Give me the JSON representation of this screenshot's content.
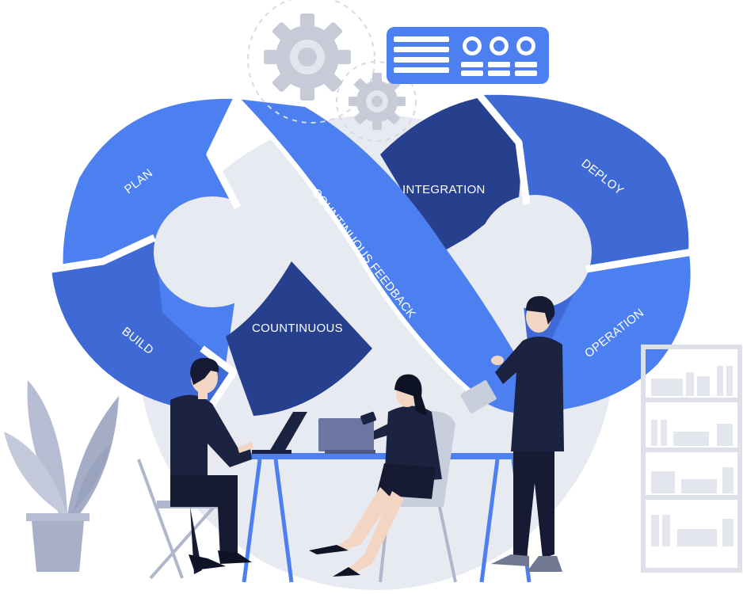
{
  "diagram": {
    "stages": {
      "plan": "PLAN",
      "build": "BUILD",
      "continuous": "COUNTINUOUS",
      "feedback": "COUNTINUOUS FEEDBACK",
      "integration": "INTEGRATION",
      "deploy": "DEPLOY",
      "operation": "OPERATION"
    }
  },
  "colors": {
    "bright_blue": "#4c7ff0",
    "mid_blue": "#3f6ad6",
    "navy_blue": "#27408e",
    "backdrop_gray": "#e8eaf1",
    "suit_navy": "#1c2340",
    "plant_gray": "#9aa3be"
  },
  "icons": [
    "gear-icon",
    "dashboard-widget-icon",
    "laptop-icon",
    "tablet-icon",
    "potted-plant-icon",
    "bookshelf-icon"
  ]
}
